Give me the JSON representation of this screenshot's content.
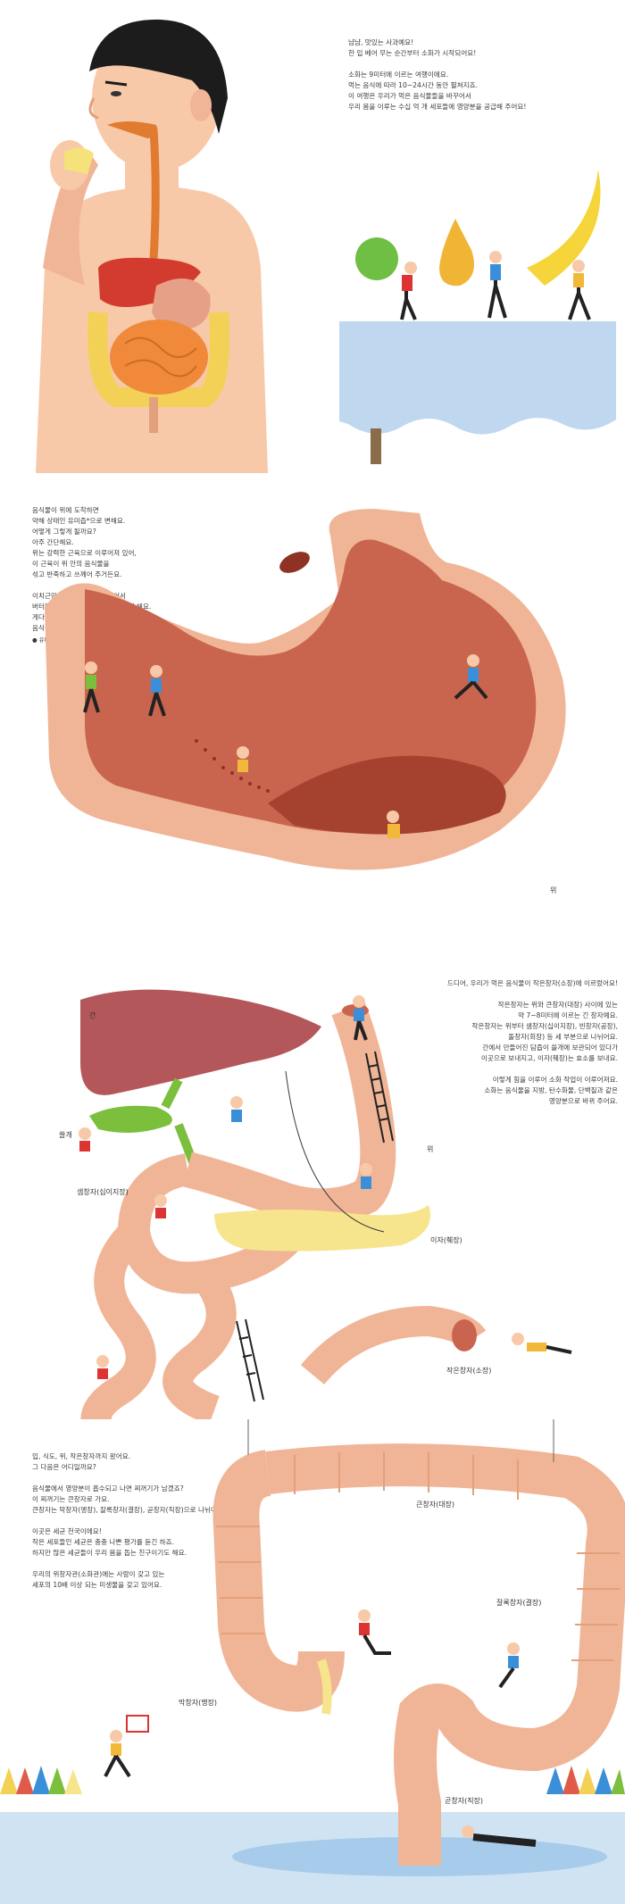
{
  "colors": {
    "skin": "#f7c9a8",
    "stomach": "#d9826a",
    "stomach_inner": "#b4523e",
    "liver": "#b4575a",
    "gall": "#7bbf3c",
    "intestine": "#f0b596",
    "pancreas": "#f6e58d",
    "table": "#bfd8ef",
    "water": "#cfe3f3",
    "esophagus": "#e07b2f"
  },
  "panel1": {
    "text": "냠냠, 맛있는 사과예요!\n한 입 베어 무는 순간부터 소화가 시작되어요!\n\n소화는 9미터에 이르는 여행이에요.\n먹는 음식에 따라 10~24시간 동안 펼쳐지죠.\n이 여행은 우리가 먹은 음식물들을 바꾸어서\n우리 몸을 이루는 수십 억 개 세포들에 영양분을 공급해 주어요!"
  },
  "panel2": {
    "text": "음식물이 위에 도착하면\n약해 상태인 유미즙*으로 변해요.\n어떻게 그렇게 될까요?\n아주 간단해요.\n위는 강력한 근육으로 이루어져 있어,\n이 근육이 위 안의 음식물을\n섞고 반죽하고 쓰께어 주거든요.\n\n이치근만 감자를 손으로 으깨어서\n버터와 우유를 넣고 끓인 퓌레와 비슷해요.\n게다가 위는 산성의 소화액을 분비해서,\n음식물의 화학적 분해를 도와주어요!",
    "footnote": "● 유미즙: 작은 음식물이 위액과 섞여서 죽처럼 소화된 상태를 말한다.",
    "label_wi": "위"
  },
  "panel3": {
    "text": "드디어, 우리가 먹은 음식물이 작은창자(소장)에 이르렀어요!\n\n작은창자는 위와 큰창자(대장) 사이에 있는\n약 7~8미터에 이르는 긴 창자예요.\n작은창자는 위부터 샘창자(십이지장), 빈창자(공장),\n돌창자(회장) 등 세 부분으로 나뉘어요.\n간에서 만들어진 담즙이 쓸개에 보관되어 있다가\n이곳으로 보내지고, 이자(췌장)는 효소를 보내요.\n\n이렇게 힘을 이루어 소화 작업이 이루어져요.\n소화는 음식물을 지방, 탄수화물, 단백질과 같은\n영양분으로 바뀌 주어요.",
    "labels": {
      "gan": "간",
      "sseulgae": "쓸개",
      "wi": "위",
      "saemchangja": "샘창자(십이지장)",
      "ija": "이자(췌장)",
      "jageunchangja": "작은창자(소장)"
    }
  },
  "panel4": {
    "text": "입, 식도, 위, 작은창자까지 왔어요.\n그 다음은 어디일까요?\n\n음식물에서 영양분이 흡수되고 나면 찌꺼기가 남겠죠?\n이 찌꺼기는 큰창자로 가요.\n큰창자는 막창자(맹장), 잘록창자(결장), 곧창자(직장)으로 나뉘어요.\n\n이곳은 세균 천국이에요!\n작은 세포들인 세균은 충충 나쁜 평가를 듣긴 하죠.\n하지만 많은 세균들이 우리 몸을 돕는 친구이기도 해요.\n\n우리의 위창자관(소화관)에는 사람이 갖고 있는\n세포의 10배 이상 되는 미생물을 갖고 있어요.",
    "labels": {
      "keunchangja": "큰창자(대장)",
      "jallokchangja": "잘록창자(결장)",
      "makchangja": "막창자(맹장)",
      "gotchangja": "곧창자(직장)"
    }
  }
}
